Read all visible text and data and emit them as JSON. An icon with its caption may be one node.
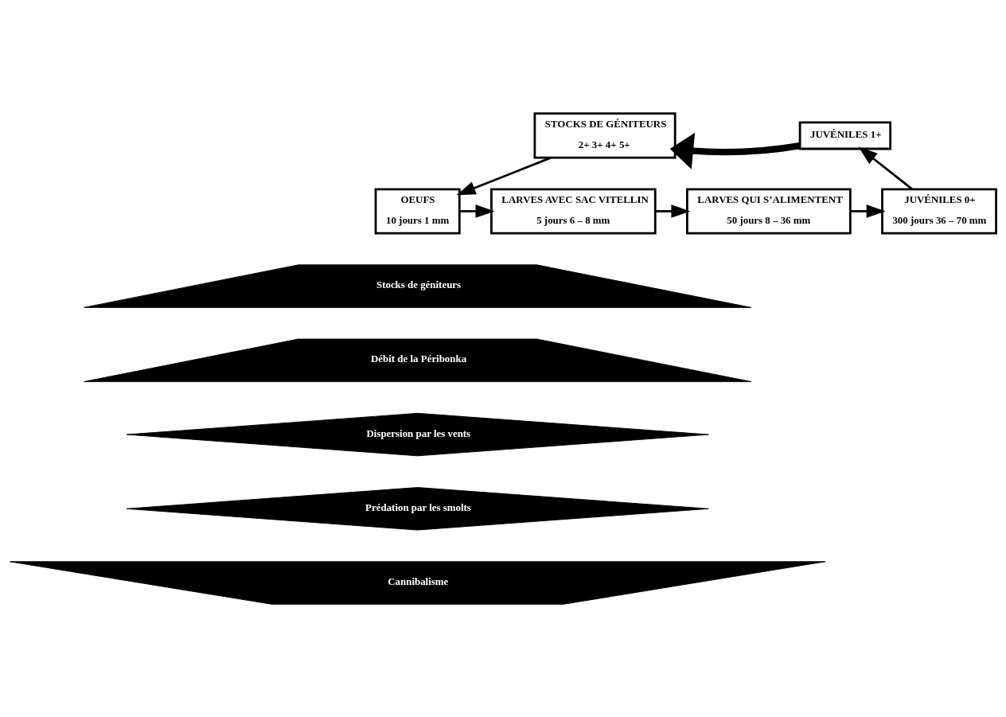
{
  "diagram": {
    "nodes": [
      {
        "text": [
          "STOCKS DE GÉNITEURS",
          "2+ 3+ 4+ 5+"
        ]
      },
      {
        "text": [
          "JUVÉNILES 1+"
        ]
      },
      {
        "text": [
          "OEUFS",
          "10 jours 1 mm"
        ]
      },
      {
        "text": [
          "LARVES AVEC SAC VITELLIN",
          "5 jours 6 – 8 mm"
        ]
      },
      {
        "text": [
          "LARVES QUI S’ALIMENTENT",
          "50 jours 8 – 36 mm"
        ]
      },
      {
        "text": [
          "JUVÉNILES 0+",
          "300 jours 36 – 70 mm"
        ]
      },
      {
        "text": [
          "Stocks de géniteurs"
        ]
      },
      {
        "text": [
          "Débit de la Péribonka"
        ]
      },
      {
        "text": [
          "Dispersion par les vents"
        ]
      },
      {
        "text": [
          "Prédation par les smolts"
        ]
      },
      {
        "text": [
          "Cannibalisme"
        ]
      }
    ],
    "edges": [
      {
        "from": 1,
        "to": 0,
        "arrow": "to",
        "style": "thick"
      },
      {
        "from": 0,
        "to": 2,
        "arrow": "to"
      },
      {
        "from": 2,
        "to": 3,
        "arrow": "to"
      },
      {
        "from": 3,
        "to": 4,
        "arrow": "to"
      },
      {
        "from": 4,
        "to": 5,
        "arrow": "to"
      },
      {
        "from": 5,
        "to": 1,
        "arrow": "to"
      }
    ]
  }
}
